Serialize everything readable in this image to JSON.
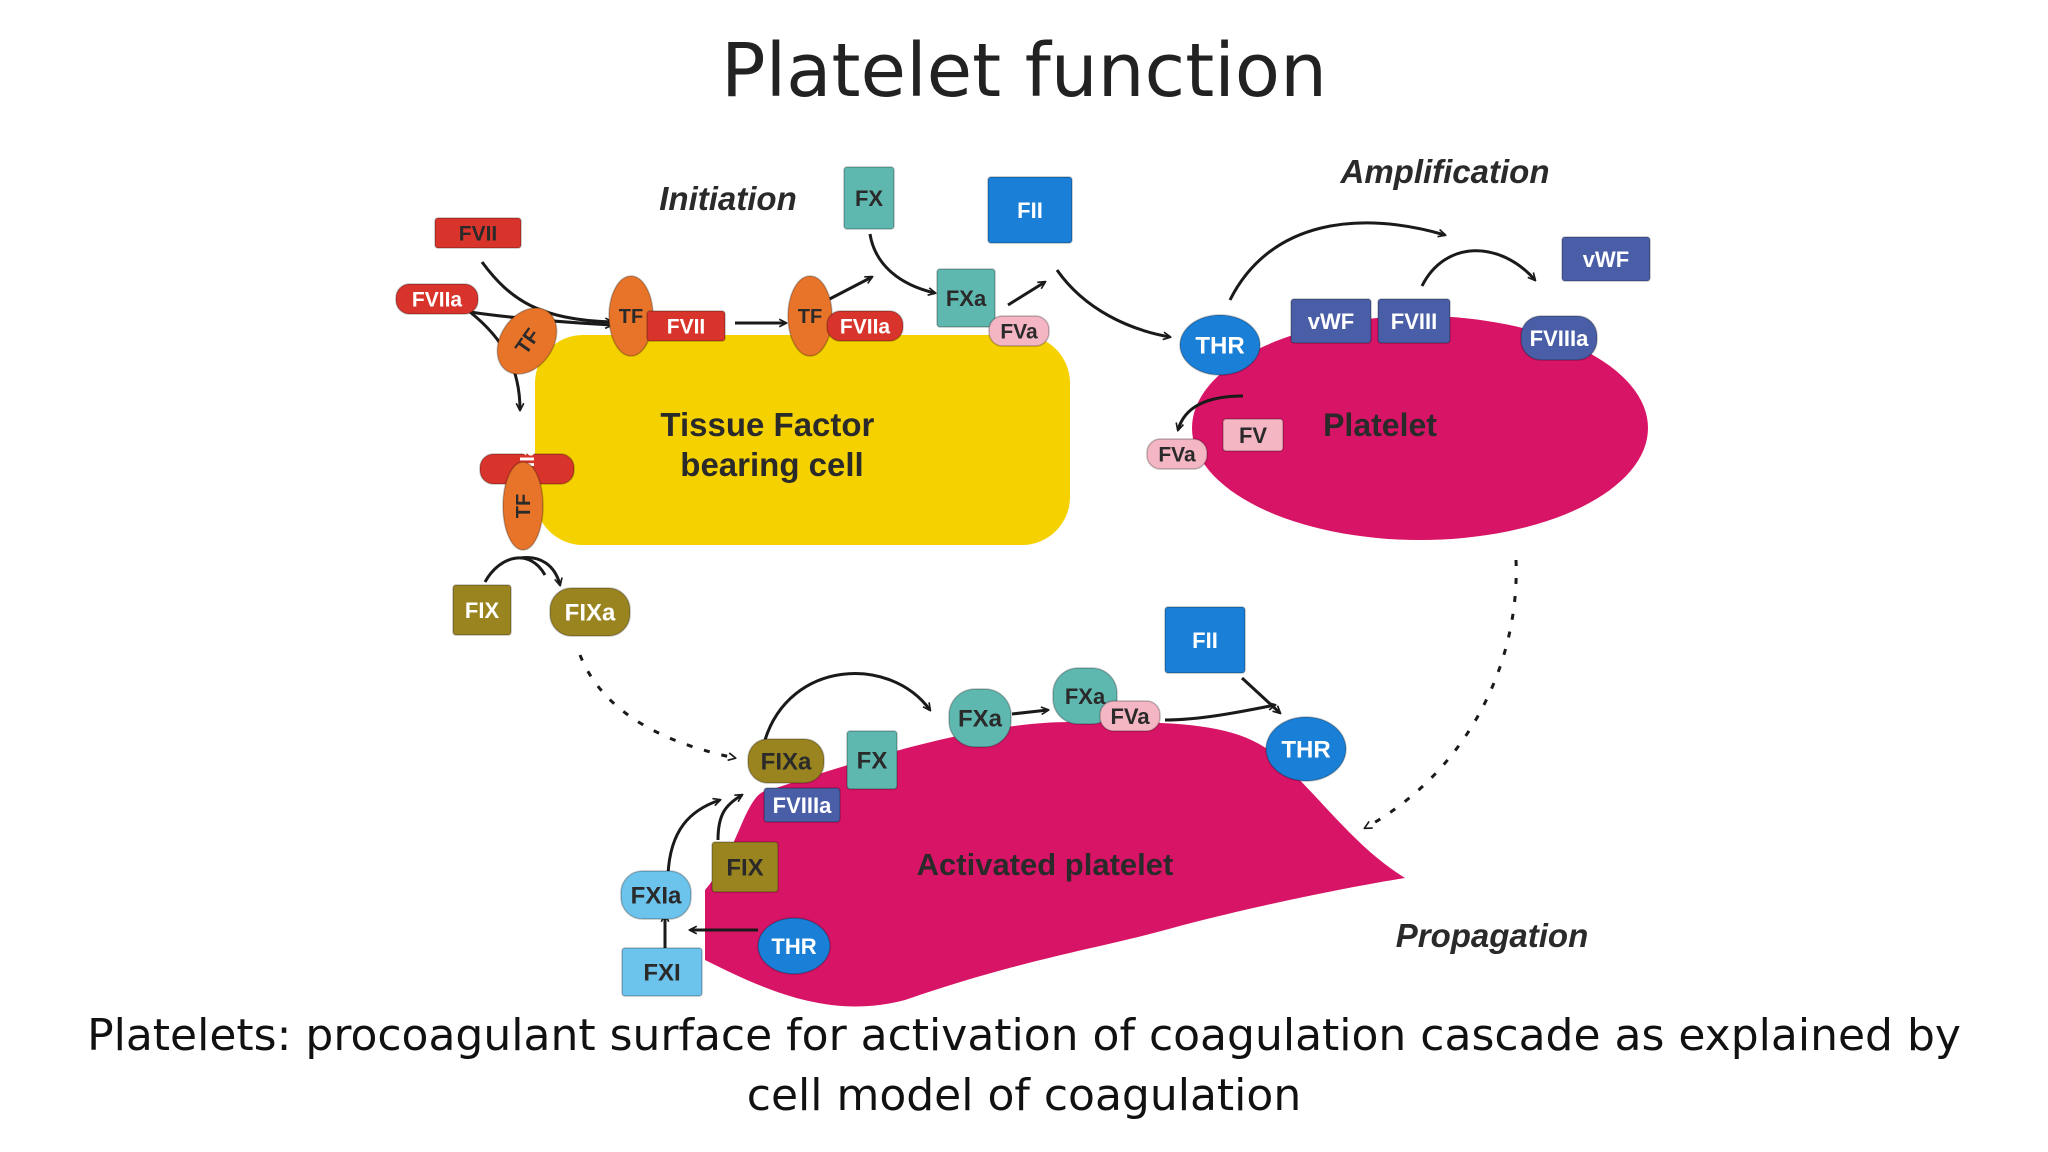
{
  "title": "Platelet function",
  "caption": "Platelets: procoagulant surface for activation of coagulation cascade as explained by cell model of coagulation",
  "diagram": {
    "phases": {
      "initiation": "Initiation",
      "amplification": "Amplification",
      "propagation": "Propagation"
    },
    "cells": {
      "tf_cell": "Tissue Factor bearing cell",
      "platelet": "Platelet",
      "activated_platelet": "Activated platelet"
    },
    "factors": {
      "fvii": "FVII",
      "fviia": "FVIIa",
      "tf": "TF",
      "fx": "FX",
      "fxa": "FXa",
      "fva": "FVa",
      "fii": "FII",
      "thr": "THR",
      "vwf": "vWF",
      "fviii": "FVIII",
      "fviiia": "FVIIIa",
      "fv": "FV",
      "fix": "FIX",
      "fixa": "FIXa",
      "fxia": "FXIa",
      "fxi": "FXI"
    },
    "colors": {
      "tf_cell": "#f5d100",
      "platelet": "#d81466",
      "tf": "#e8742a",
      "fvii": "#d9342b",
      "fx": "#5fb8b0",
      "fii": "#1a7fd6",
      "thr": "#1a7fd6",
      "vwf": "#4a5ea8",
      "fv": "#f5b6c4",
      "fix": "#9a8420",
      "fxi": "#6cc3ec"
    }
  }
}
